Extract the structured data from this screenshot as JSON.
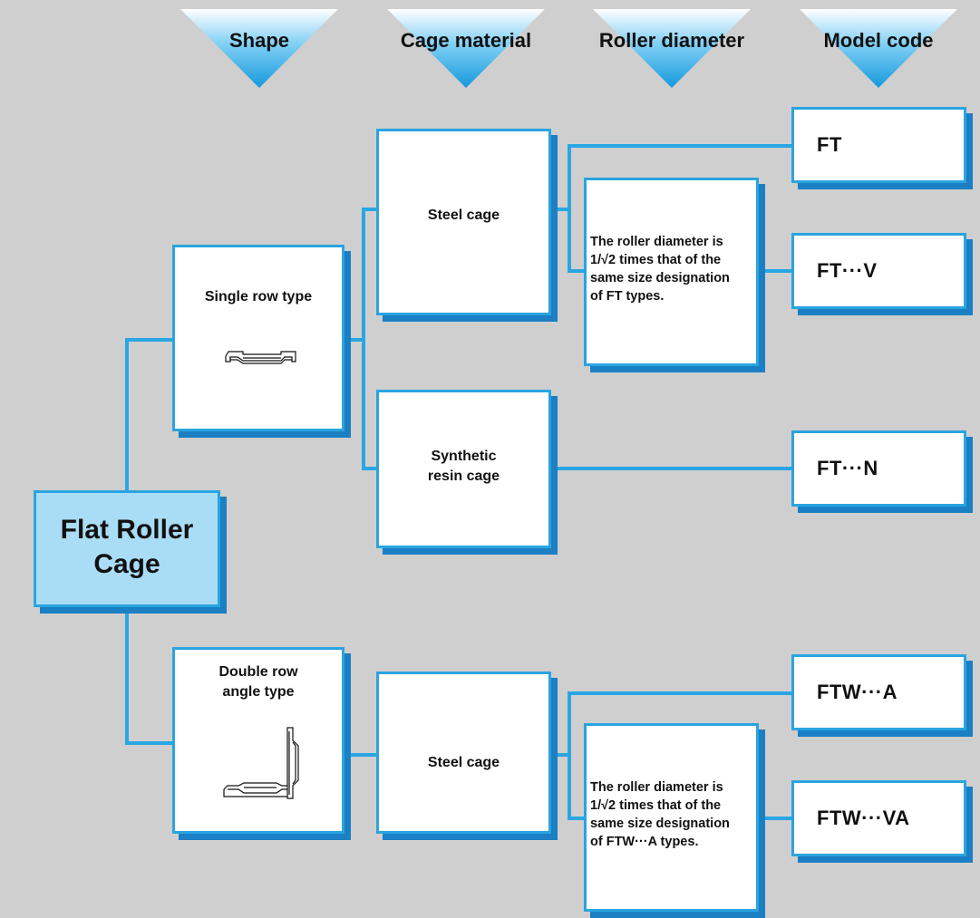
{
  "headers": {
    "shape": "Shape",
    "cage_material": "Cage material",
    "roller_diameter": "Roller diameter",
    "model_code": "Model code"
  },
  "main": {
    "line1": "Flat Roller",
    "line2": "Cage"
  },
  "shapes": {
    "single": {
      "line1": "Single row type"
    },
    "double": {
      "line1": "Double row",
      "line2": "angle type"
    }
  },
  "materials": {
    "steel_top": "Steel cage",
    "synthetic": {
      "line1": "Synthetic",
      "line2": "resin cage"
    },
    "steel_bottom": "Steel cage"
  },
  "notes": {
    "top": [
      "The roller diameter is",
      "1/√2 times that of the",
      "same size designation",
      "of FT types."
    ],
    "bottom": [
      "The roller diameter is",
      "1/√2 times that of the",
      "same size designation",
      "of FTW···A types."
    ]
  },
  "codes": {
    "ft": "FT",
    "ft_v": "FT···V",
    "ft_n": "FT···N",
    "ftw_a": "FTW···A",
    "ftw_va": "FTW···VA"
  },
  "colors": {
    "background": "#cfcfcf",
    "box_border": "#2aa4e0",
    "box_shadow": "#1b7fc4",
    "main_fill": "#a9dcf5",
    "connector": "#29a6e3"
  }
}
